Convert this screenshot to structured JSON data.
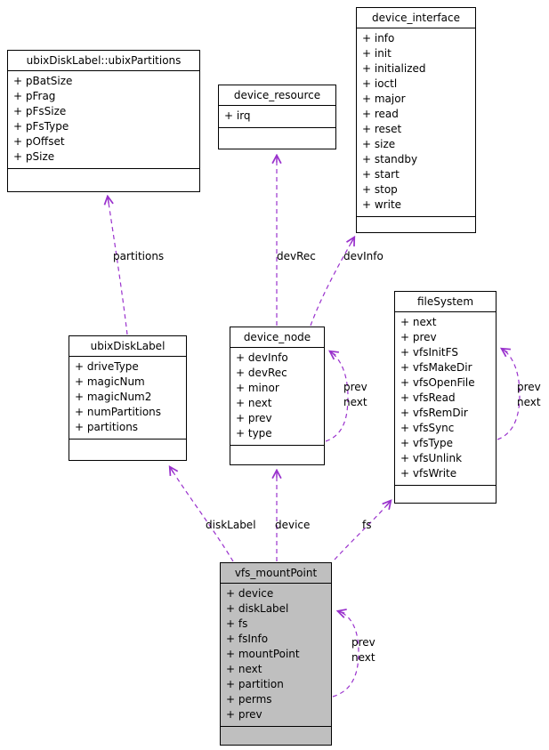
{
  "diagram": {
    "classes": [
      {
        "name": "ubixDiskLabel::ubixPartitions",
        "fields": [
          "+ pBatSize",
          "+ pFrag",
          "+ pFsSize",
          "+ pFsType",
          "+ pOffset",
          "+ pSize"
        ]
      },
      {
        "name": "device_resource",
        "fields": [
          "+ irq"
        ]
      },
      {
        "name": "device_interface",
        "fields": [
          "+ info",
          "+ init",
          "+ initialized",
          "+ ioctl",
          "+ major",
          "+ read",
          "+ reset",
          "+ size",
          "+ standby",
          "+ start",
          "+ stop",
          "+ write"
        ]
      },
      {
        "name": "ubixDiskLabel",
        "fields": [
          "+ driveType",
          "+ magicNum",
          "+ magicNum2",
          "+ numPartitions",
          "+ partitions"
        ]
      },
      {
        "name": "device_node",
        "fields": [
          "+ devInfo",
          "+ devRec",
          "+ minor",
          "+ next",
          "+ prev",
          "+ type"
        ]
      },
      {
        "name": "fileSystem",
        "fields": [
          "+ next",
          "+ prev",
          "+ vfsInitFS",
          "+ vfsMakeDir",
          "+ vfsOpenFile",
          "+ vfsRead",
          "+ vfsRemDir",
          "+ vfsSync",
          "+ vfsType",
          "+ vfsUnlink",
          "+ vfsWrite"
        ]
      },
      {
        "name": "vfs_mountPoint",
        "fields": [
          "+ device",
          "+ diskLabel",
          "+ fs",
          "+ fsInfo",
          "+ mountPoint",
          "+ next",
          "+ partition",
          "+ perms",
          "+ prev"
        ]
      }
    ],
    "edge_labels": {
      "partitions": "partitions",
      "devRec": "devRec",
      "devInfo": "devInfo",
      "diskLabel": "diskLabel",
      "device": "device",
      "fs": "fs",
      "prev": "prev",
      "next": "next"
    },
    "colors": {
      "edge": "#9a32cd",
      "highlight_fill": "#bfbfbf",
      "box_fill": "#ffffff",
      "border": "#000000"
    }
  }
}
